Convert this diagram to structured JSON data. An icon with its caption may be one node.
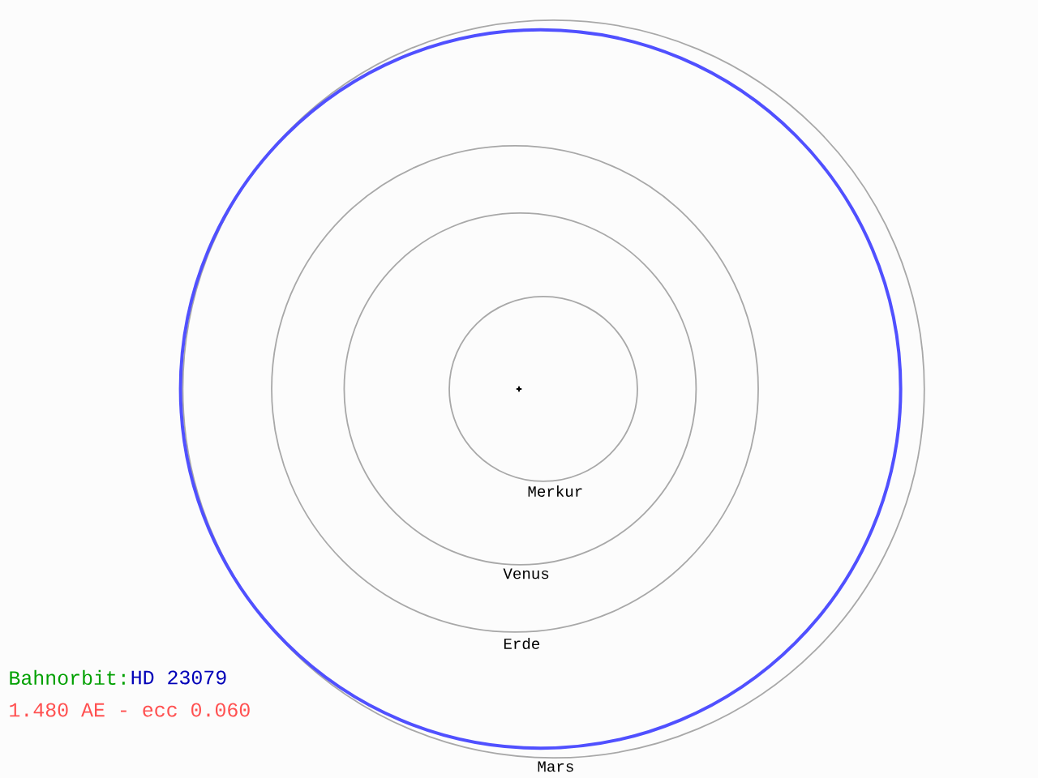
{
  "diagram": {
    "labels": [
      "Merkur",
      "Venus",
      "Erde",
      "Bahnorbit:",
      "HD 23079",
      "1.480 AE - ecc 0.060",
      "Mars"
    ]
  }
}
